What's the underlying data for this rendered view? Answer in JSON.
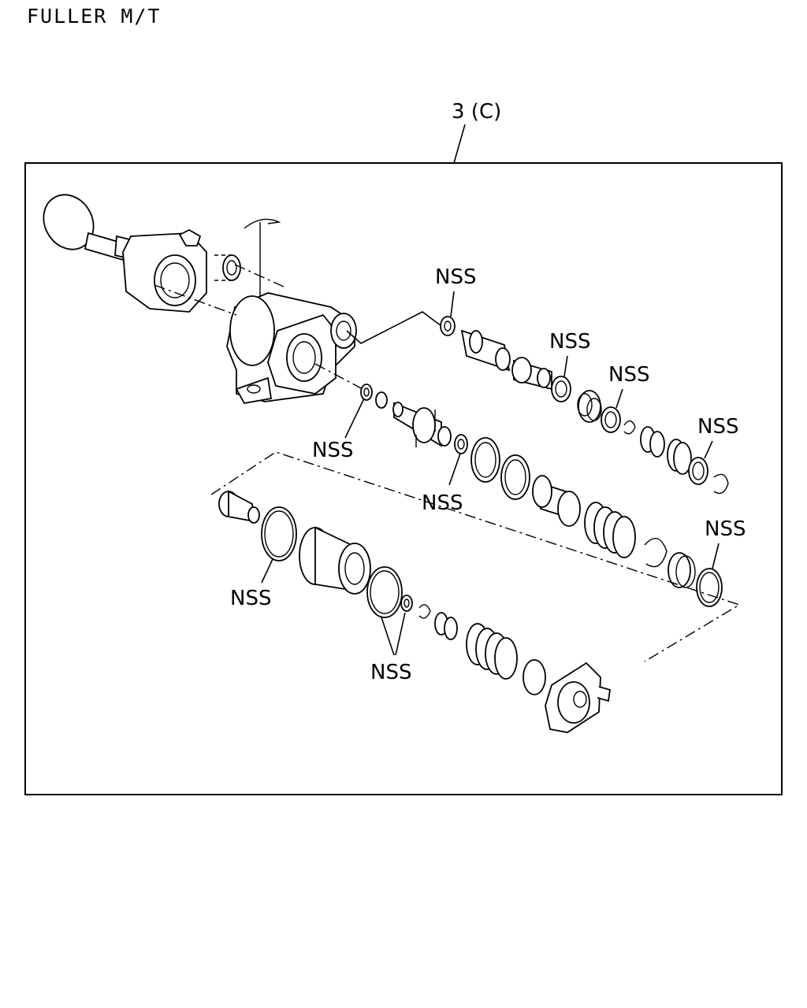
{
  "header": {
    "title": "FULLER M/T"
  },
  "assembly": {
    "ref_label": "3 (C)"
  },
  "callouts": {
    "nss_label": "NSS"
  }
}
